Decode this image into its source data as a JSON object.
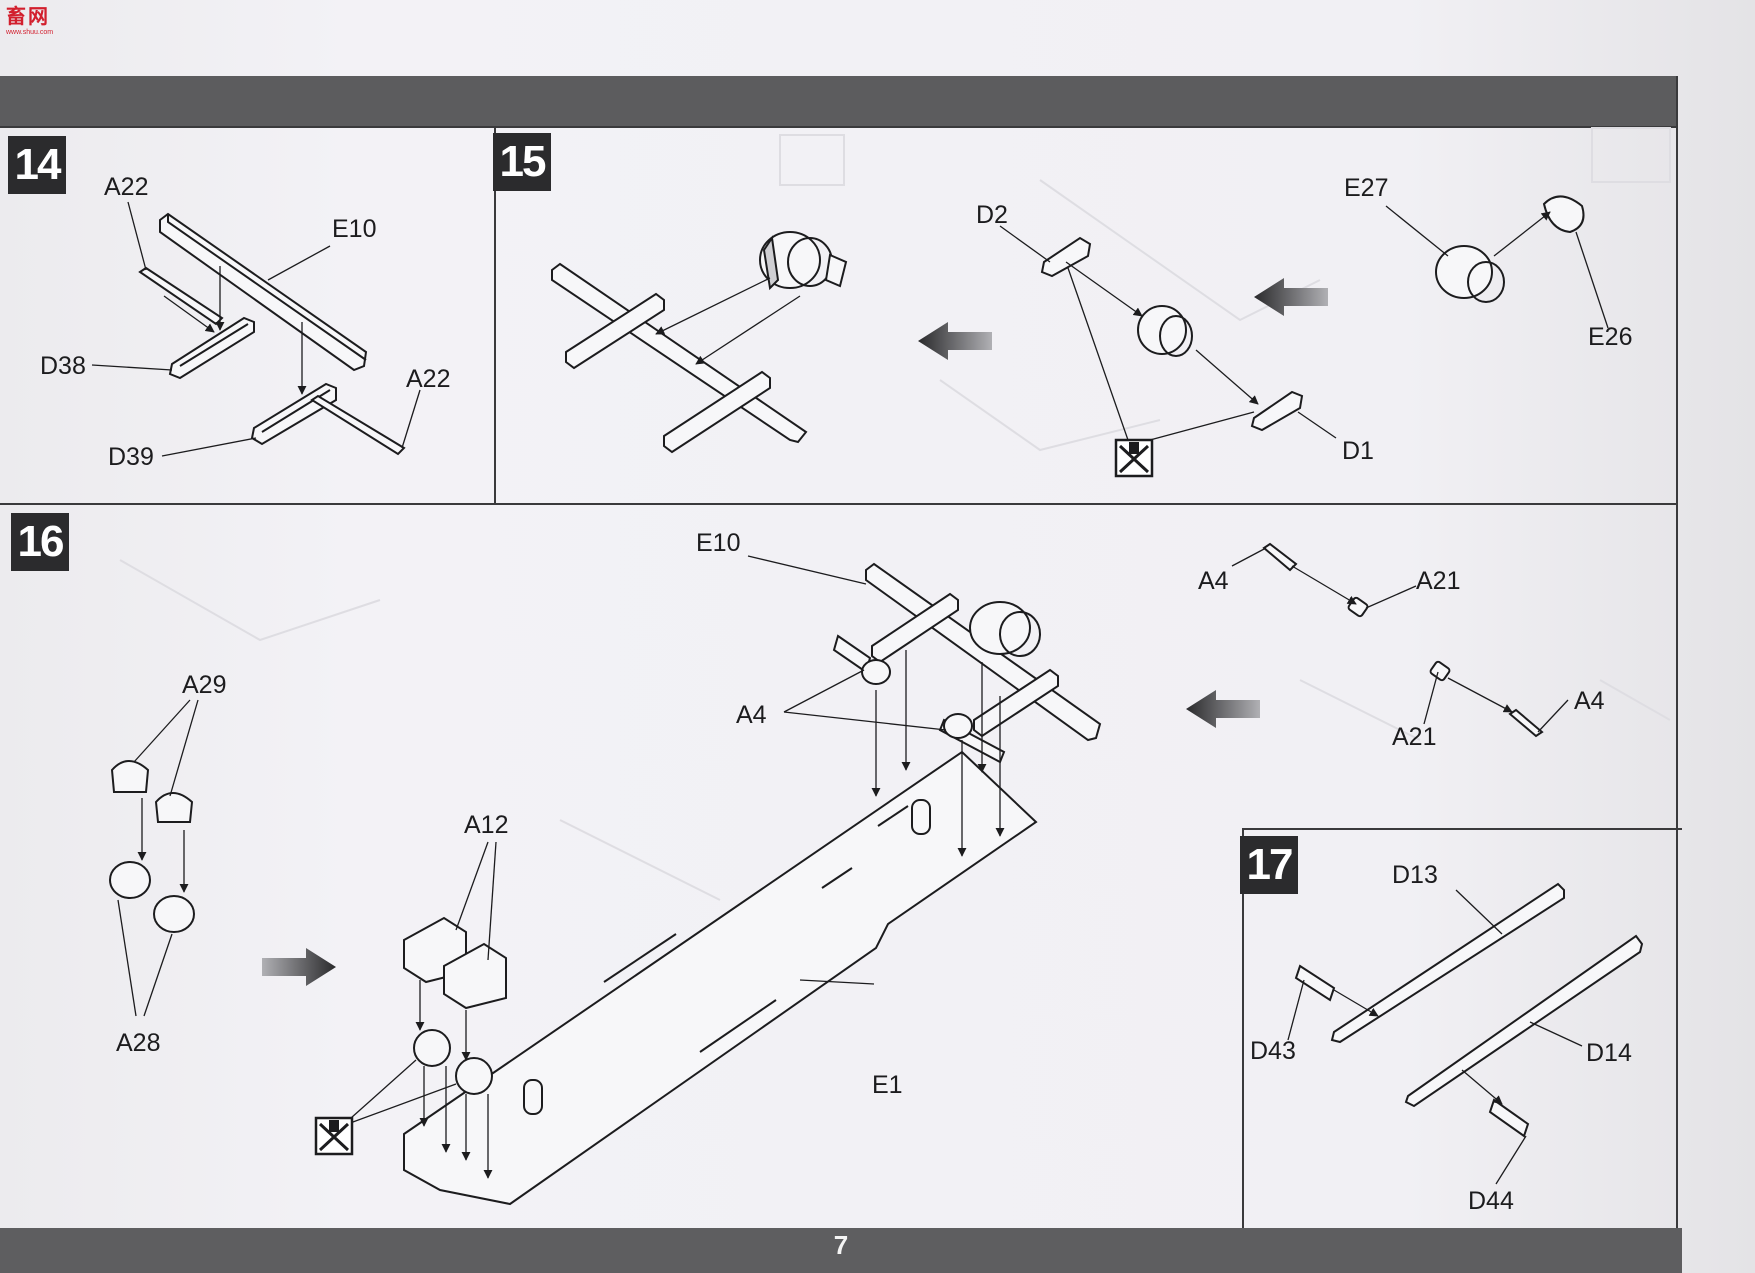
{
  "watermark": {
    "top": "畜网",
    "bottom": "www.shuu.com"
  },
  "page_number": "7",
  "steps": [
    {
      "number": "14",
      "labels": [
        "A22",
        "E10",
        "D38",
        "A22",
        "D39"
      ]
    },
    {
      "number": "15",
      "labels": [
        "D2",
        "E27",
        "E26",
        "D1"
      ]
    },
    {
      "number": "16",
      "labels": [
        "E10",
        "A4",
        "A21",
        "A29",
        "A4",
        "A21",
        "A4",
        "A12",
        "A28",
        "E1"
      ]
    },
    {
      "number": "17",
      "labels": [
        "D13",
        "D43",
        "D14",
        "D44"
      ]
    }
  ],
  "icons": [
    "arrow-direction-icon",
    "do-not-glue-icon"
  ],
  "colors": {
    "band": "#5c5c5e",
    "badge": "#2b2b2d",
    "paper": "#f4f3f6",
    "watermark": "#d21f2d"
  }
}
